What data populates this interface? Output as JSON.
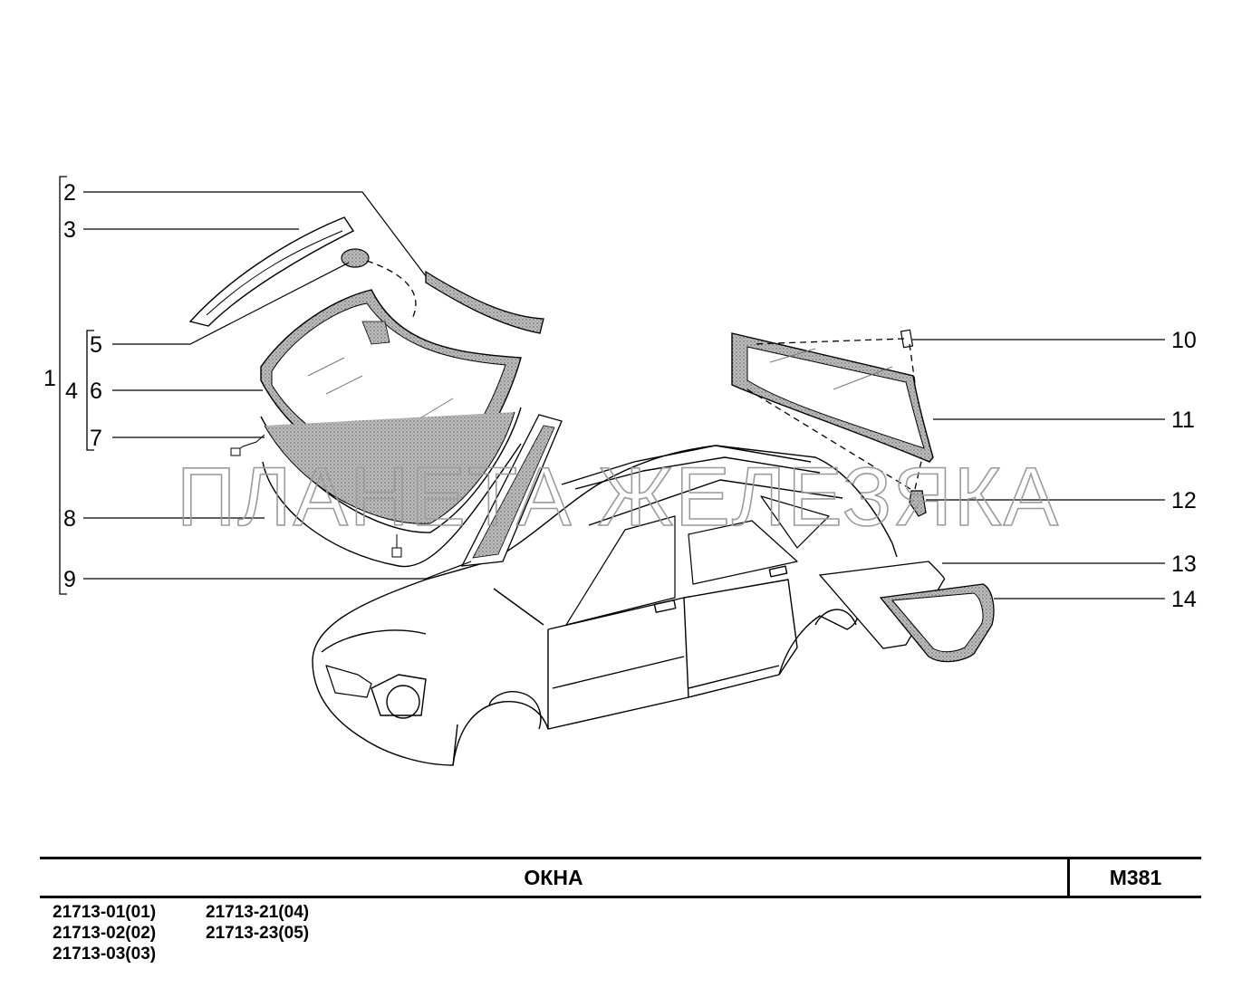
{
  "watermark": "ПЛАНЕТА ЖЕЛЕЗЯКА",
  "callouts": {
    "c1": "1",
    "c2": "2",
    "c3": "3",
    "c4": "4",
    "c5": "5",
    "c6": "6",
    "c7": "7",
    "c8": "8",
    "c9": "9",
    "c10": "10",
    "c11": "11",
    "c12": "12",
    "c13": "13",
    "c14": "14"
  },
  "title": "ОКНА",
  "code": "М381",
  "models": {
    "left": [
      "21713-01(01)",
      "21713-02(02)",
      "21713-03(03)"
    ],
    "right": [
      "21713-21(04)",
      "21713-23(05)"
    ]
  }
}
